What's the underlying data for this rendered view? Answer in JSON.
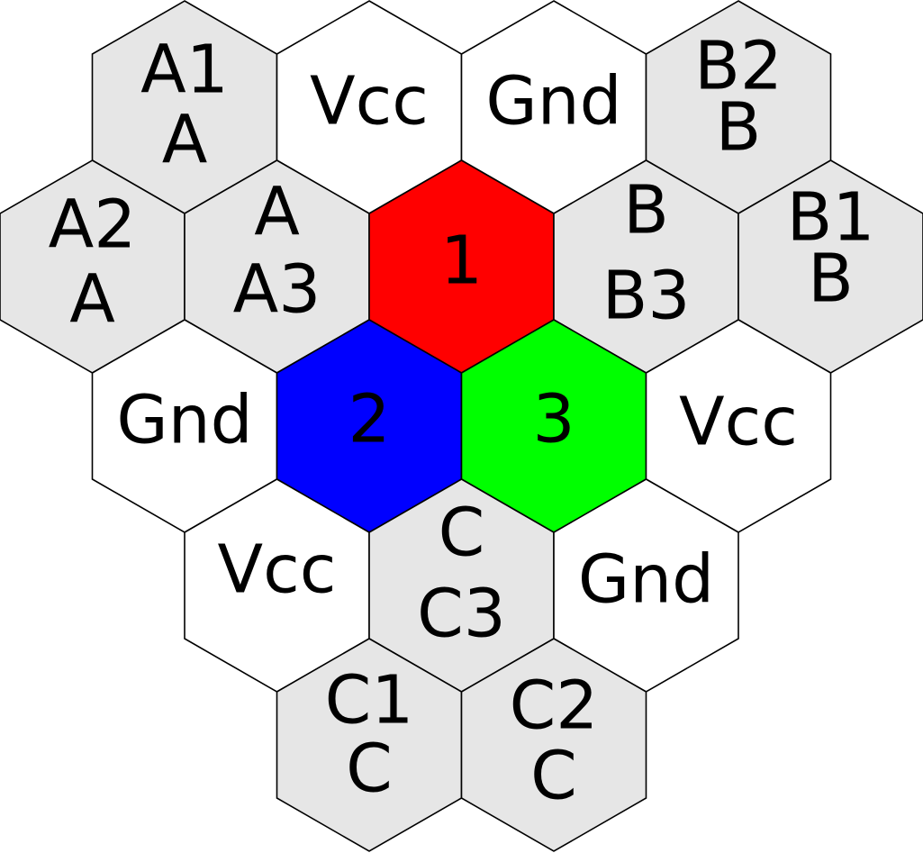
{
  "colors": {
    "signal": "#e6e6e6",
    "power": "#ffffff",
    "center_1": "#ff0000",
    "center_2": "#0000ff",
    "center_3": "#00ff00"
  },
  "cells": [
    {
      "id": "a1",
      "lines": [
        "A1",
        "A"
      ],
      "fill": "signal"
    },
    {
      "id": "vcc-top",
      "lines": [
        "Vcc"
      ],
      "fill": "power"
    },
    {
      "id": "gnd-top",
      "lines": [
        "Gnd"
      ],
      "fill": "power"
    },
    {
      "id": "b2",
      "lines": [
        "B2",
        "B"
      ],
      "fill": "signal"
    },
    {
      "id": "a2",
      "lines": [
        "A2",
        "A"
      ],
      "fill": "signal"
    },
    {
      "id": "a3",
      "lines": [
        "A",
        "A3"
      ],
      "fill": "signal"
    },
    {
      "id": "center-1",
      "lines": [
        "1"
      ],
      "fill": "center_1"
    },
    {
      "id": "b3",
      "lines": [
        "B",
        "B3"
      ],
      "fill": "signal"
    },
    {
      "id": "b1",
      "lines": [
        "B1",
        "B"
      ],
      "fill": "signal"
    },
    {
      "id": "gnd-left",
      "lines": [
        "Gnd"
      ],
      "fill": "power"
    },
    {
      "id": "center-2",
      "lines": [
        "2"
      ],
      "fill": "center_2"
    },
    {
      "id": "center-3",
      "lines": [
        "3"
      ],
      "fill": "center_3"
    },
    {
      "id": "vcc-right",
      "lines": [
        "Vcc"
      ],
      "fill": "power"
    },
    {
      "id": "vcc-bottom",
      "lines": [
        "Vcc"
      ],
      "fill": "power"
    },
    {
      "id": "c3",
      "lines": [
        "C",
        "C3"
      ],
      "fill": "signal"
    },
    {
      "id": "gnd-bottom",
      "lines": [
        "Gnd"
      ],
      "fill": "power"
    },
    {
      "id": "c1",
      "lines": [
        "C1",
        "C"
      ],
      "fill": "signal"
    },
    {
      "id": "c2",
      "lines": [
        "C2",
        "C"
      ],
      "fill": "signal"
    }
  ]
}
